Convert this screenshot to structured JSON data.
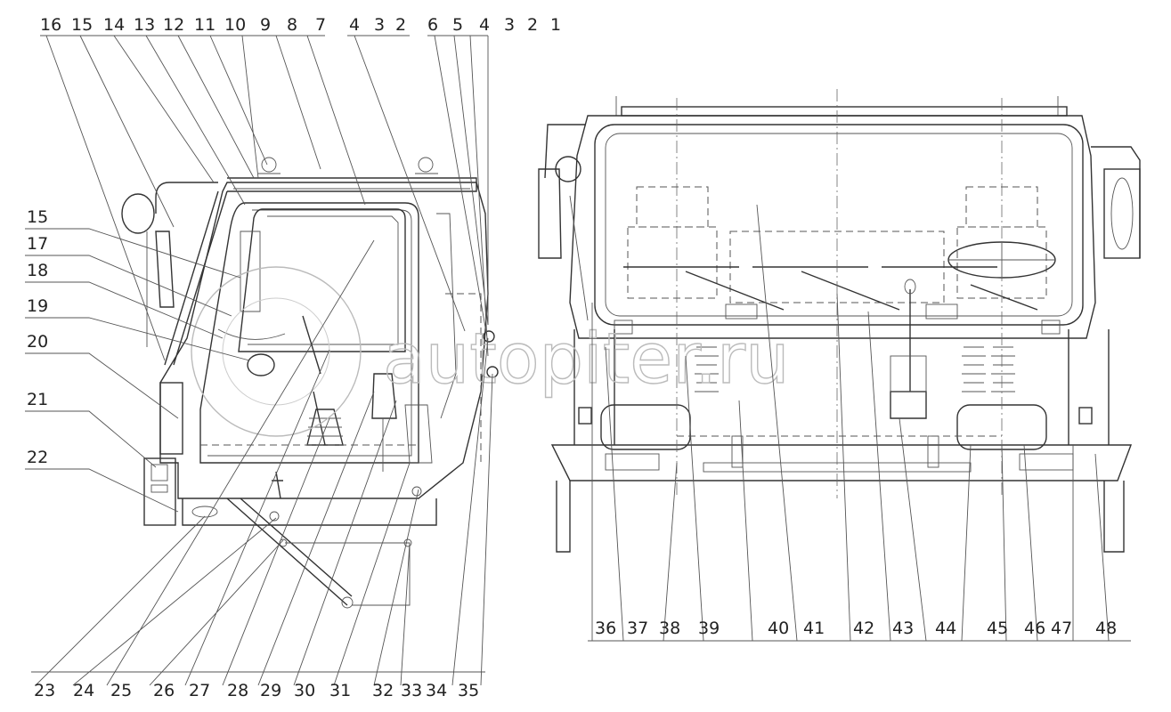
{
  "watermark": "autopiter.ru",
  "callouts_top": [
    "16",
    "15",
    "14",
    "13",
    "12",
    "11",
    "10",
    "9",
    "8",
    "7",
    "4",
    "3",
    "2",
    "6",
    "5",
    "4",
    "3",
    "2",
    "1"
  ],
  "callouts_left": [
    "15",
    "17",
    "18",
    "19",
    "20",
    "21",
    "22"
  ],
  "callouts_bottom_left": [
    "23",
    "24",
    "25",
    "26",
    "27",
    "28",
    "29",
    "30",
    "31",
    "32",
    "33",
    "34",
    "35"
  ],
  "callouts_bottom_right": [
    "36",
    "37",
    "38",
    "39",
    "40",
    "41",
    "42",
    "43",
    "44",
    "45",
    "46",
    "47",
    "48"
  ]
}
